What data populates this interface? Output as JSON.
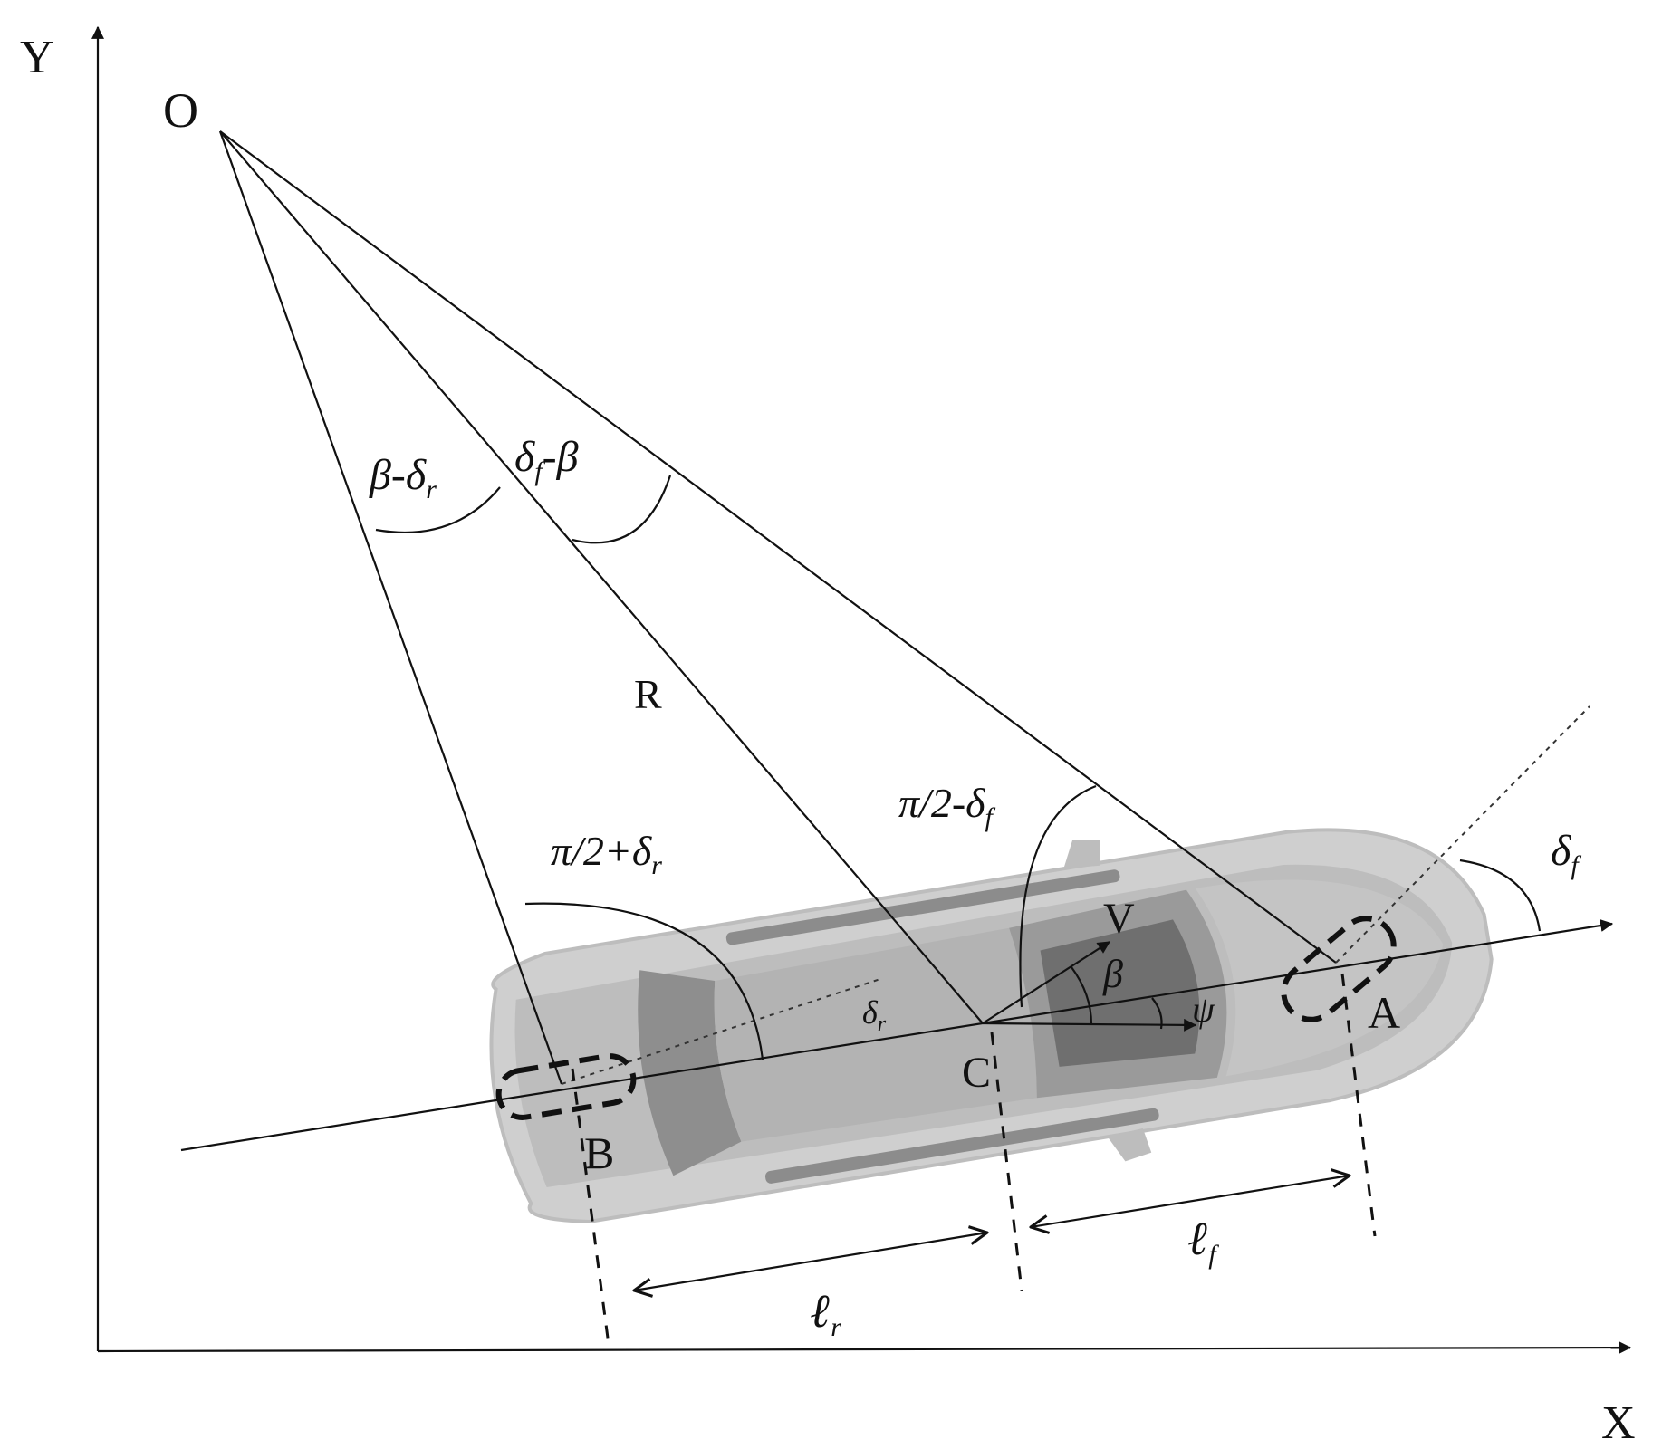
{
  "axes": {
    "x_label": "X",
    "y_label": "Y"
  },
  "points": {
    "O": "O",
    "A": "A",
    "B": "B",
    "C": "C",
    "R": "R",
    "V": "V"
  },
  "angles": {
    "beta_minus_delta_r": {
      "main": "β-δ",
      "sub": "r"
    },
    "delta_f_minus_beta": {
      "main": "δ",
      "sub": "f",
      "rest": "-β"
    },
    "pi2_minus_delta_f": {
      "main": "π/2-δ",
      "sub": "f"
    },
    "pi2_plus_delta_r": {
      "main": "π/2+δ",
      "sub": "r"
    },
    "delta_r": {
      "main": "δ",
      "sub": "r"
    },
    "delta_f": {
      "main": "δ",
      "sub": "f"
    },
    "beta": "β",
    "psi": "ψ"
  },
  "lengths": {
    "l_r": {
      "main": "ℓ",
      "sub": "r"
    },
    "l_f": {
      "main": "ℓ",
      "sub": "f"
    }
  },
  "colors": {
    "line": "#111111",
    "car_body": "#c9c9c9",
    "car_dark": "#7a7a7a",
    "background": "#ffffff"
  }
}
